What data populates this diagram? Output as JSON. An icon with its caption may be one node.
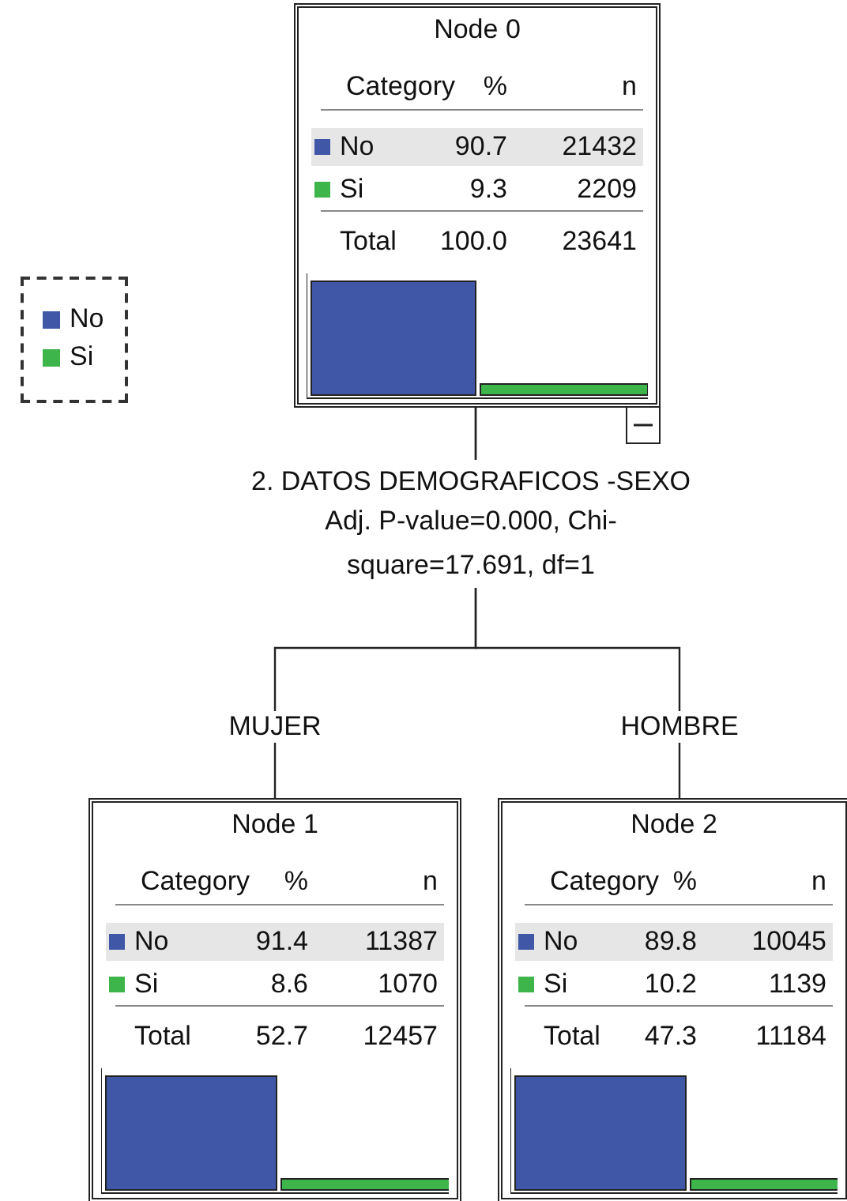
{
  "diagram": {
    "nodes": [
      {
        "text": [
          "Node 0",
          "Category",
          "%",
          "n",
          "No",
          "90.7",
          "21432",
          "Si",
          "9.3",
          "2209",
          "Total",
          "100.0",
          "23641"
        ]
      },
      {
        "text": [
          "Node 1",
          "Category",
          "%",
          "n",
          "No",
          "91.4",
          "11387",
          "Si",
          "8.6",
          "1070",
          "Total",
          "52.7",
          "12457"
        ]
      },
      {
        "text": [
          "Node 2",
          "Category",
          "%",
          "n",
          "No",
          "89.8",
          "10045",
          "Si",
          "10.2",
          "1139",
          "Total",
          "47.3",
          "11184"
        ]
      }
    ],
    "edges": [
      {
        "from": 0,
        "to": 1,
        "arrow": "none",
        "label": "MUJER"
      },
      {
        "from": 0,
        "to": 2,
        "arrow": "none",
        "label": "HOMBRE"
      }
    ],
    "labels": [
      "2. DATOS DEMOGRAFICOS -SEXO",
      "Adj. P-value=0.000, Chi-square=17.691, df=1"
    ],
    "legend": [
      {
        "text": "No",
        "color": "#3f57a6"
      },
      {
        "text": "Si",
        "color": "#3db54a"
      }
    ]
  }
}
